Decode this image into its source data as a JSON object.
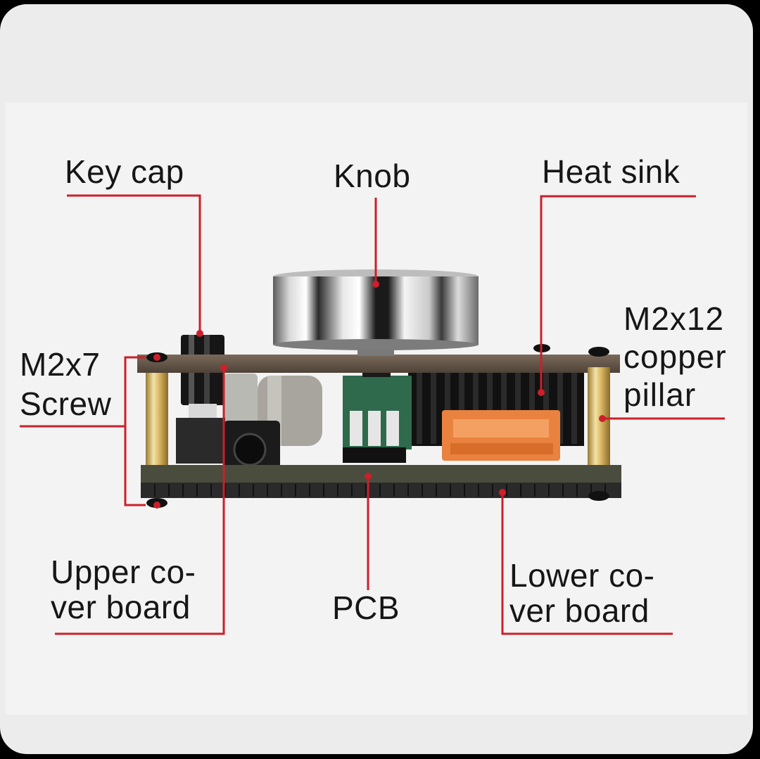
{
  "labels": {
    "key_cap": "Key cap",
    "knob": "Knob",
    "heat_sink": "Heat sink",
    "screw": [
      "M2x7",
      "Screw"
    ],
    "pillar": [
      "M2x12",
      "copper",
      "pillar"
    ],
    "upper_cover": [
      "Upper co-",
      "ver board"
    ],
    "pcb": "PCB",
    "lower_cover": [
      "Lower co-",
      "ver board"
    ]
  },
  "colors": {
    "leader_line": "#cc1f2b",
    "background": "#ececec",
    "frame": "#000000"
  }
}
